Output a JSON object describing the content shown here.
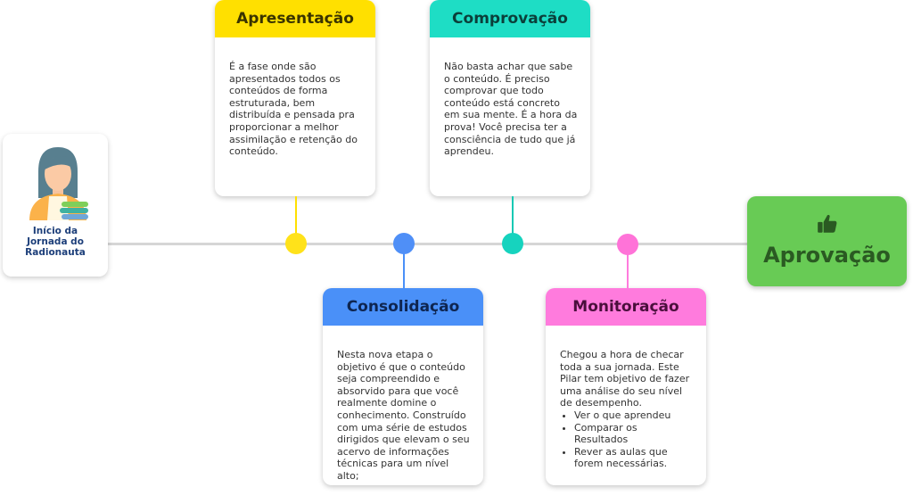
{
  "start": {
    "label_lines": [
      "Início da",
      "Jornada do",
      "Radionauta"
    ]
  },
  "colors": {
    "apresentacao": "#FFE000",
    "comprovacao": "#1EDDC5",
    "consolidacao": "#4A90F8",
    "monitoracao": "#FF7BDD",
    "aprovacao": "#68CB55"
  },
  "stages": [
    {
      "title": "Apresentação",
      "text": "É a fase onde são apresentados todos os conteúdos de forma estruturada, bem distribuída e pensada pra proporcionar a melhor assimilação e retenção do conteúdo."
    },
    {
      "title": "Consolidação",
      "text": "Nesta nova etapa o objetivo é que o conteúdo seja compreendido e absorvido para que você realmente domine o conhecimento. Construído com uma série de estudos dirigidos que elevam o seu acervo de informações técnicas para um nível alto;"
    },
    {
      "title": "Comprovação",
      "text": "Não basta achar que sabe o conteúdo. É preciso comprovar que todo conteúdo está concreto em sua mente. É a hora da prova! Você precisa ter a consciência de tudo que já aprendeu."
    },
    {
      "title": "Monitoração",
      "text": "Chegou a hora de checar toda a sua jornada. Este Pilar tem objetivo de fazer uma análise do seu nível de desempenho.",
      "bullets": [
        "Ver o que aprendeu",
        "Comparar os Resultados",
        "Rever as aulas que forem necessárias."
      ]
    }
  ],
  "final": {
    "label": "Aprovação",
    "icon": "thumbs-up-icon"
  }
}
